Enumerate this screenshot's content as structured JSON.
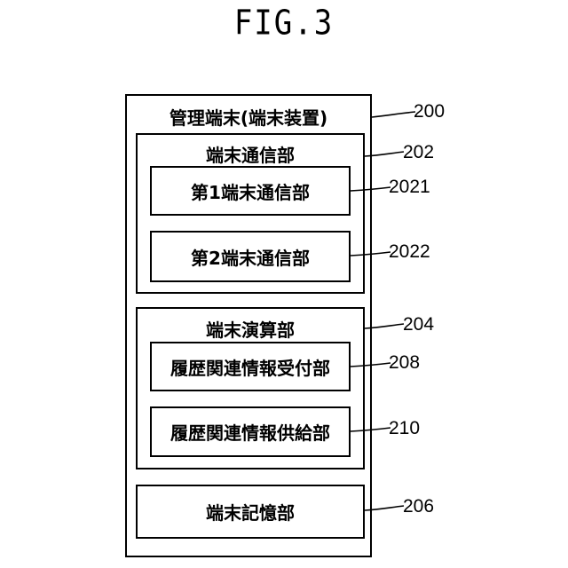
{
  "figure": {
    "title": "FIG.3"
  },
  "diagram": {
    "outer": {
      "label": "管理端末(端末装置)",
      "ref": "200"
    },
    "comm": {
      "label": "端末通信部",
      "ref": "202",
      "units": [
        {
          "label": "第1端末通信部",
          "ref": "2021"
        },
        {
          "label": "第2端末通信部",
          "ref": "2022"
        }
      ]
    },
    "calc": {
      "label": "端末演算部",
      "ref": "204",
      "units": [
        {
          "label": "履歴関連情報受付部",
          "ref": "208"
        },
        {
          "label": "履歴関連情報供給部",
          "ref": "210"
        }
      ]
    },
    "storage": {
      "label": "端末記憶部",
      "ref": "206"
    }
  }
}
